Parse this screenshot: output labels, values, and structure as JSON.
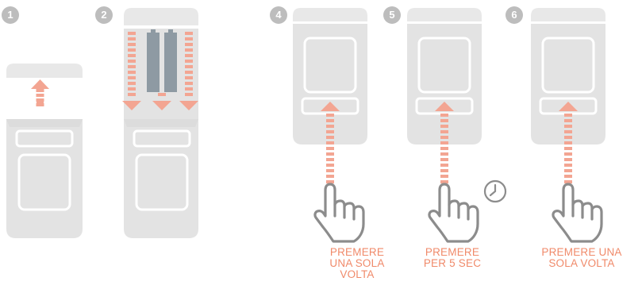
{
  "colors": {
    "device_body": "#e3e3e3",
    "device_cap": "#e8e8e8",
    "device_outline": "#ffffff",
    "arrow": "#f3a592",
    "hand_outline": "#8c8c8c",
    "badge": "#bdbdbd",
    "battery": "#8e9aa3",
    "text": "#f08a6a"
  },
  "steps": [
    {
      "number": "1",
      "icon": "cap-removal-arrow-icon"
    },
    {
      "number": "2",
      "icon": "battery-insert-icon"
    },
    {
      "number": "4",
      "icon": "press-button-hand-icon",
      "instruction": [
        "PREMERE",
        "UNA SOLA",
        "VOLTA"
      ]
    },
    {
      "number": "5",
      "icon": "press-button-hand-icon",
      "extra_icon": "clock-icon",
      "instruction": [
        "PREMERE",
        "PER 5 SEC"
      ]
    },
    {
      "number": "6",
      "icon": "press-button-hand-icon",
      "instruction": [
        "PREMERE UNA",
        "SOLA VOLTA"
      ]
    }
  ]
}
